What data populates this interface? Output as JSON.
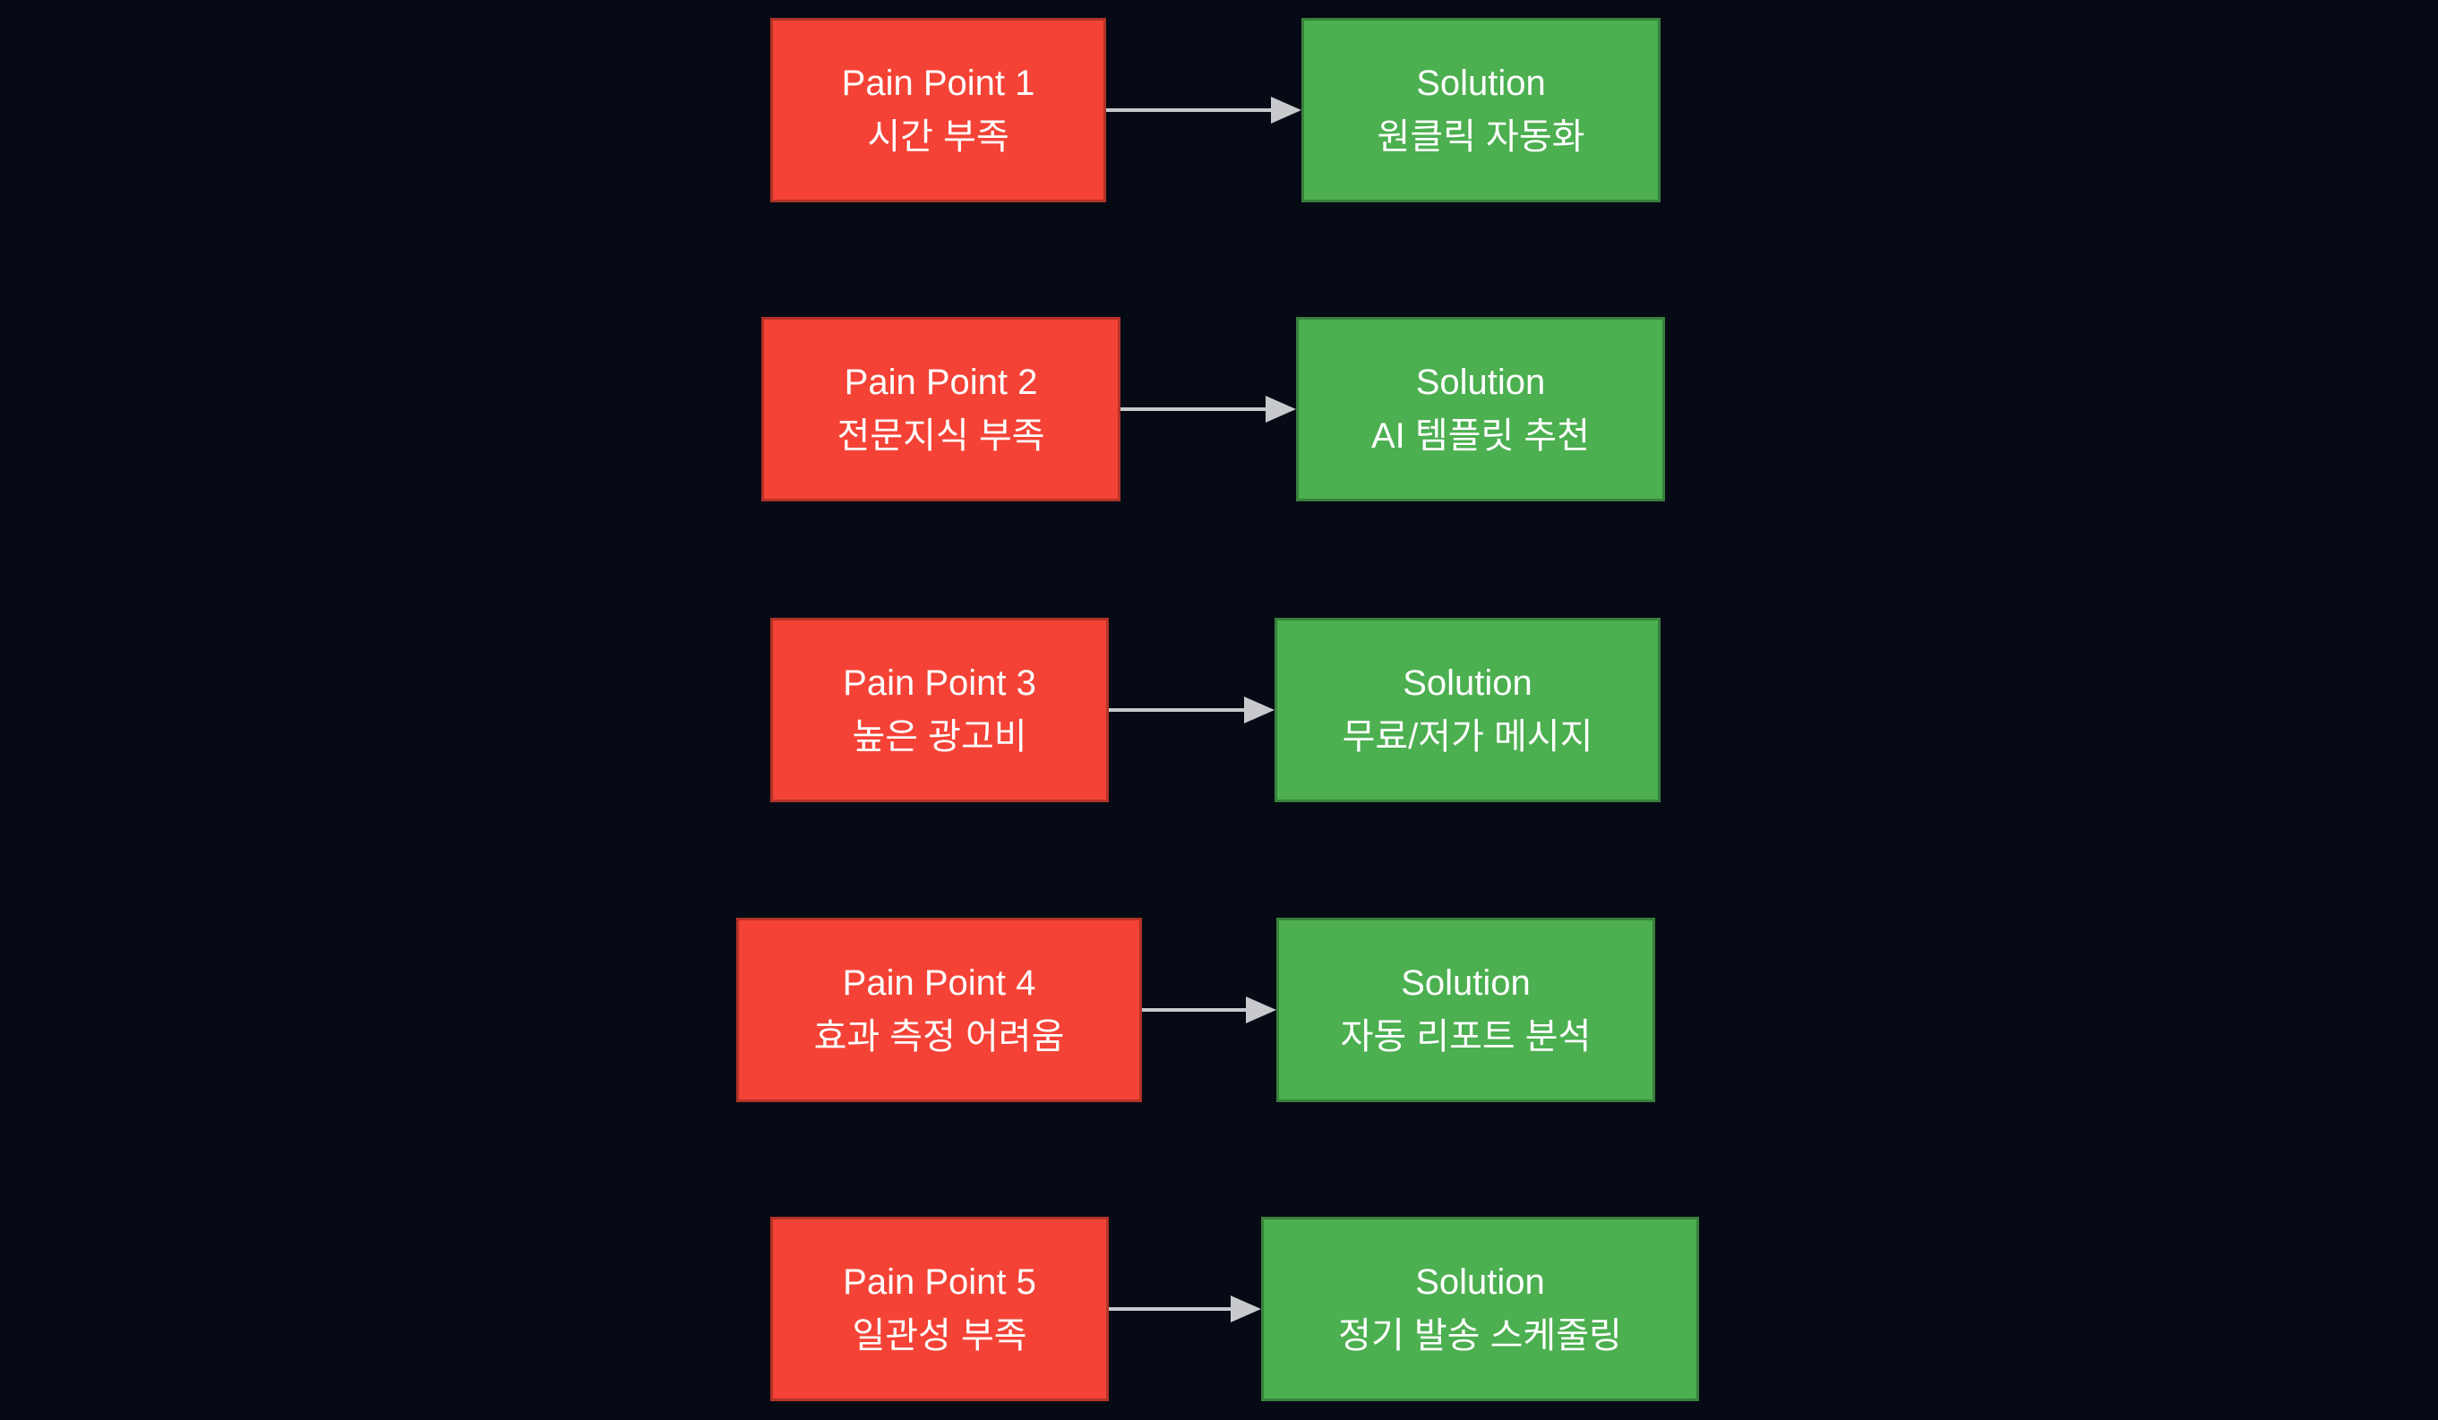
{
  "diagram": {
    "type": "pain-point-to-solution-flow",
    "colors": {
      "bg": "#050a14",
      "pain_fill": "#f44336",
      "pain_border": "#b33327",
      "solution_fill": "#4caf50",
      "solution_border": "#38813c",
      "arrow": "#c8c9cd",
      "text": "#ffffff"
    },
    "rows": [
      {
        "pain": {
          "title": "Pain Point 1",
          "subtitle": "시간 부족"
        },
        "solution": {
          "title": "Solution",
          "subtitle": "원클릭 자동화"
        }
      },
      {
        "pain": {
          "title": "Pain Point 2",
          "subtitle": "전문지식 부족"
        },
        "solution": {
          "title": "Solution",
          "subtitle": "AI 템플릿 추천"
        }
      },
      {
        "pain": {
          "title": "Pain Point 3",
          "subtitle": "높은 광고비"
        },
        "solution": {
          "title": "Solution",
          "subtitle": "무료/저가 메시지"
        }
      },
      {
        "pain": {
          "title": "Pain Point 4",
          "subtitle": "효과 측정 어려움"
        },
        "solution": {
          "title": "Solution",
          "subtitle": "자동 리포트 분석"
        }
      },
      {
        "pain": {
          "title": "Pain Point 5",
          "subtitle": "일관성 부족"
        },
        "solution": {
          "title": "Solution",
          "subtitle": "정기 발송 스케줄링"
        }
      }
    ]
  }
}
